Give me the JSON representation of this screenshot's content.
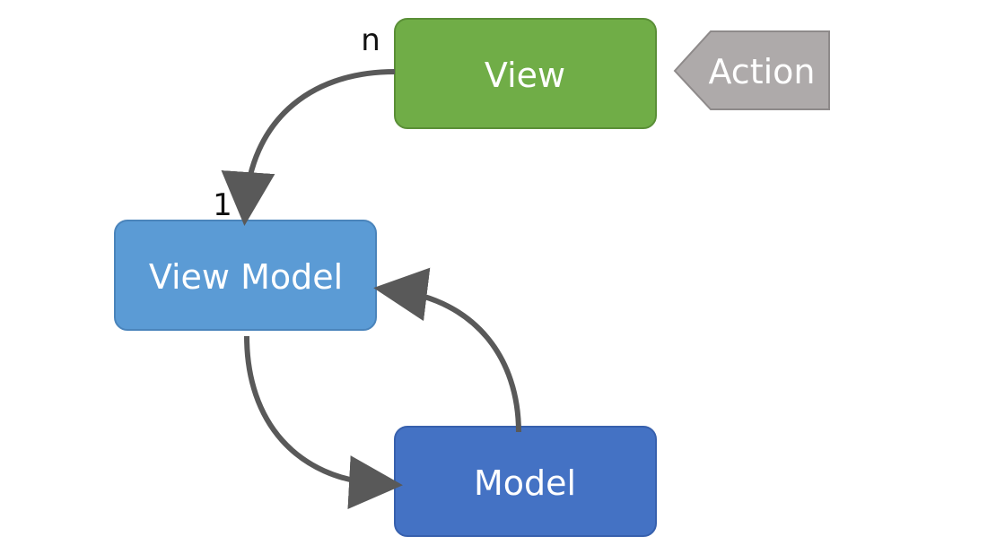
{
  "nodes": {
    "view": {
      "label": "View",
      "fill": "#70ad47",
      "stroke": "#5a8f37"
    },
    "view_model": {
      "label": "View Model",
      "fill": "#5b9bd5",
      "stroke": "#4a84bb"
    },
    "model": {
      "label": "Model",
      "fill": "#4472c4",
      "stroke": "#3760ad"
    },
    "action": {
      "label": "Action",
      "fill": "#aeaaaa",
      "stroke": "#8e8a8a"
    }
  },
  "multiplicity": {
    "view_end": "n",
    "view_model_end": "1"
  },
  "colors": {
    "arrow": "#595959",
    "multiplicity_text": "#111111"
  }
}
